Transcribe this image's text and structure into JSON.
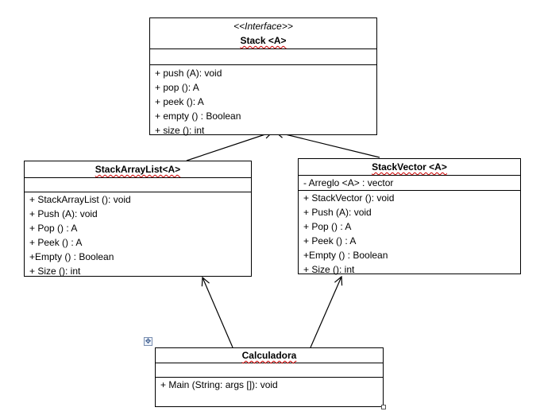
{
  "stack": {
    "stereotype": "<<Interface>>",
    "name": "Stack <A>",
    "attributes": [],
    "methods": [
      "+ push (A): void",
      "+ pop (): A",
      "+ peek (): A",
      "+ empty () : Boolean",
      "+ size (): int"
    ]
  },
  "stack_array_list": {
    "name": "StackArrayList<A>",
    "attributes": [],
    "methods": [
      "+ StackArrayList (): void",
      "+ Push (A): void",
      "+ Pop () : A",
      "+ Peek () : A",
      "+Empty () : Boolean",
      "+ Size (): int"
    ]
  },
  "stack_vector": {
    "name": "StackVector <A>",
    "attributes": [
      "- Arreglo <A> : vector"
    ],
    "methods": [
      "+ StackVector (): void",
      "+ Push (A): void",
      "+ Pop () : A",
      "+ Peek () : A",
      "+Empty () : Boolean",
      "+ Size (): int"
    ]
  },
  "calculadora": {
    "name": "Calculadora",
    "attributes": [],
    "methods": [
      "+ Main (String: args []): void"
    ]
  },
  "handle_glyph": "✥"
}
